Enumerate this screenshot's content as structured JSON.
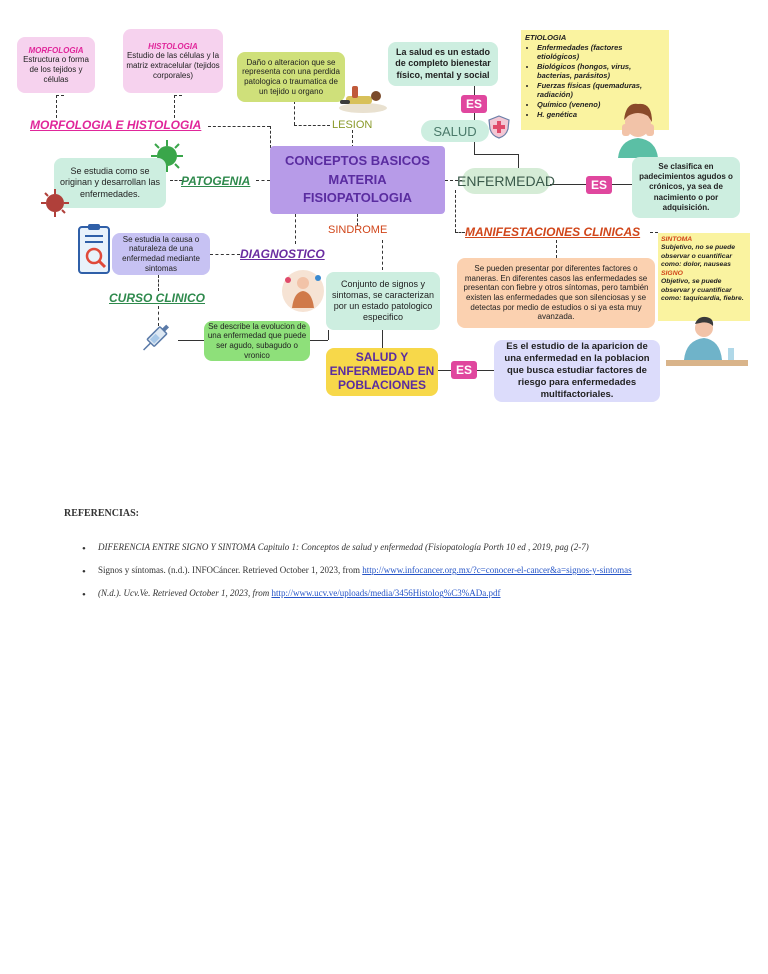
{
  "central": {
    "title": "CONCEPTOS BASICOS MATERIA FISIOPATOLOGIA"
  },
  "morfologia": {
    "heading": "MORFOLOGIA",
    "text": "Estructura o forma de los tejidos y células"
  },
  "histologia": {
    "heading": "HISTOLOGIA",
    "text": "Estudio de las células y la matriz extracelular (tejidos corporales)"
  },
  "morfologia_histologia": {
    "label": "MORFOLOGIA E HISTOLOGIA"
  },
  "lesion": {
    "label": "LESION",
    "text": "Daño o alteracion que se representa con una perdida patologica o traumatica de un tejido u organo"
  },
  "salud": {
    "label": "SALUD",
    "es": "ES",
    "text": "La salud es un estado de completo bienestar físico, mental y social"
  },
  "etiologia": {
    "heading": "ETIOLOGIA",
    "items": [
      "Enfermedades (factores etiológicos)",
      "Biológicos (hongos, virus, bacterias, parásitos)",
      "Fuerzas físicas (quemaduras, radiación)",
      "Químico (veneno)",
      "H. genética"
    ]
  },
  "enfermedad": {
    "label": "ENFERMEDAD",
    "es": "ES",
    "text": "Se clasifica en padecimientos agudos o crónicos, ya sea de nacimiento o por adquisición."
  },
  "patogenia": {
    "label": "PATOGENIA",
    "text": "Se estudia como se originan y desarrollan las enfermedades."
  },
  "diagnostico": {
    "label": "DIAGNOSTICO",
    "text": "Se estudia la causa o naturaleza de una enfermedad mediante sintomas"
  },
  "curso_clinico": {
    "label": "CURSO CLINICO",
    "text": "Se describe la evolucion de una enfermedad que puede ser agudo, subagudo o vronico"
  },
  "sindrome": {
    "label": "SINDROME",
    "text": "Conjunto de signos y sintomas, se caracterizan por un estado patologico especifico"
  },
  "manifestaciones": {
    "label": "MANIFESTACIONES CLINICAS",
    "text": "Se pueden presentar por diferentes factores o maneras. En diferentes casos las enfermedades se presentan con fiebre y otros síntomas, pero también existen las enfermedades que son silenciosas y se detectas por medio de estudios o si ya esta muy avanzada."
  },
  "sintoma_signo": {
    "sintoma_heading": "SINTOMA",
    "sintoma_text": "Subjetivo, no se puede observar o cuantificar como: dolor, nauseas",
    "signo_heading": "SIGNO",
    "signo_text": "Objetivo, se puede observar y cuantificar como: taquicardia, fiebre."
  },
  "poblaciones": {
    "label": "SALUD Y ENFERMEDAD EN POBLACIONES",
    "es": "ES",
    "text": "Es el estudio de la aparicion de una enfermedad en la poblacion que busca estudiar factores de riesgo para enfermedades multifactoriales."
  },
  "references": {
    "heading": "REFERENCIAS:",
    "r1": "DIFERENCIA ENTRE SIGNO Y SINTOMA Capitulo 1: Conceptos de salud y enfermedad (Fisiopatología Porth 10 ed , 2019, pag (2-7)",
    "r2_text": "Signos y síntomas. (n.d.). INFOCáncer. Retrieved October 1, 2023, from ",
    "r2_link": "http://www.infocancer.org.mx/?c=conocer-el-cancer&a=signos-y-sintomas",
    "r3_text": "(N.d.). Ucv.Ve. Retrieved October 1, 2023, from ",
    "r3_link": "http://www.ucv.ve/uploads/media/3456Histolog%C3%ADa.pdf"
  },
  "colors": {
    "central": "#b79be8",
    "pink_box": "#f6d2ee",
    "lesion_box": "#cfe07a",
    "mint": "#cdeee0",
    "yellow": "#faf3a0",
    "peach": "#fbd1b0",
    "green_box": "#8ee07a",
    "poblaciones": "#f7d84a",
    "lavender": "#dcdcfb",
    "es": "#e0479e",
    "magenta_text": "#e0269a",
    "green_text": "#2f8a4d",
    "purple_text": "#6a2ca0",
    "orange_text": "#d1461a"
  }
}
